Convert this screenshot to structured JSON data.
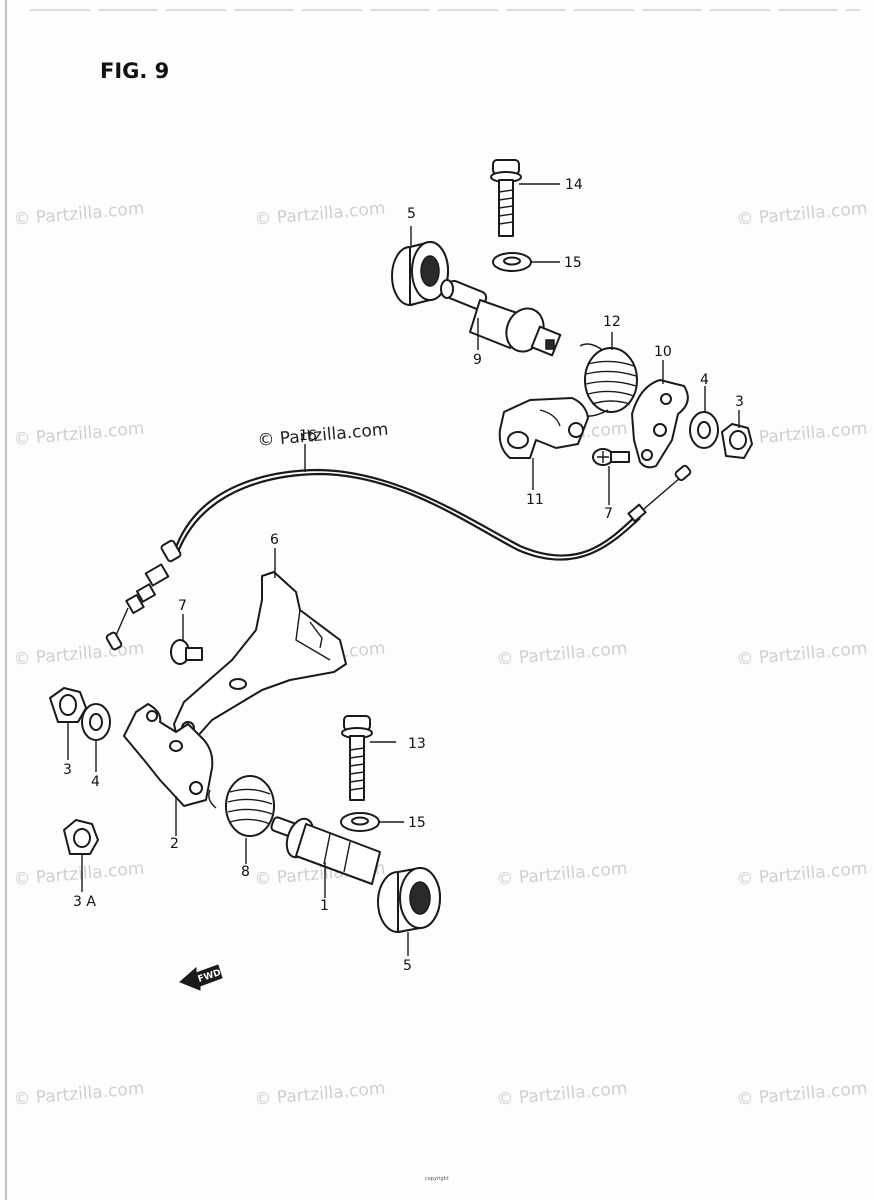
{
  "title": "FIG. 9",
  "watermark": "© Partzilla.com",
  "fwd_label": "FWD",
  "callouts": {
    "c1": "1",
    "c2": "2",
    "c3": "3",
    "c3a": "3 A",
    "c3top": "3",
    "c4": "4",
    "c4top": "4",
    "c5top": "5",
    "c5bot": "5",
    "c6": "6",
    "c7left": "7",
    "c7right": "7",
    "c8": "8",
    "c9": "9",
    "c10": "10",
    "c11": "11",
    "c12": "12",
    "c13": "13",
    "c14": "14",
    "c15top": "15",
    "c15bot": "15",
    "c16": "16"
  },
  "footer": "copyright"
}
